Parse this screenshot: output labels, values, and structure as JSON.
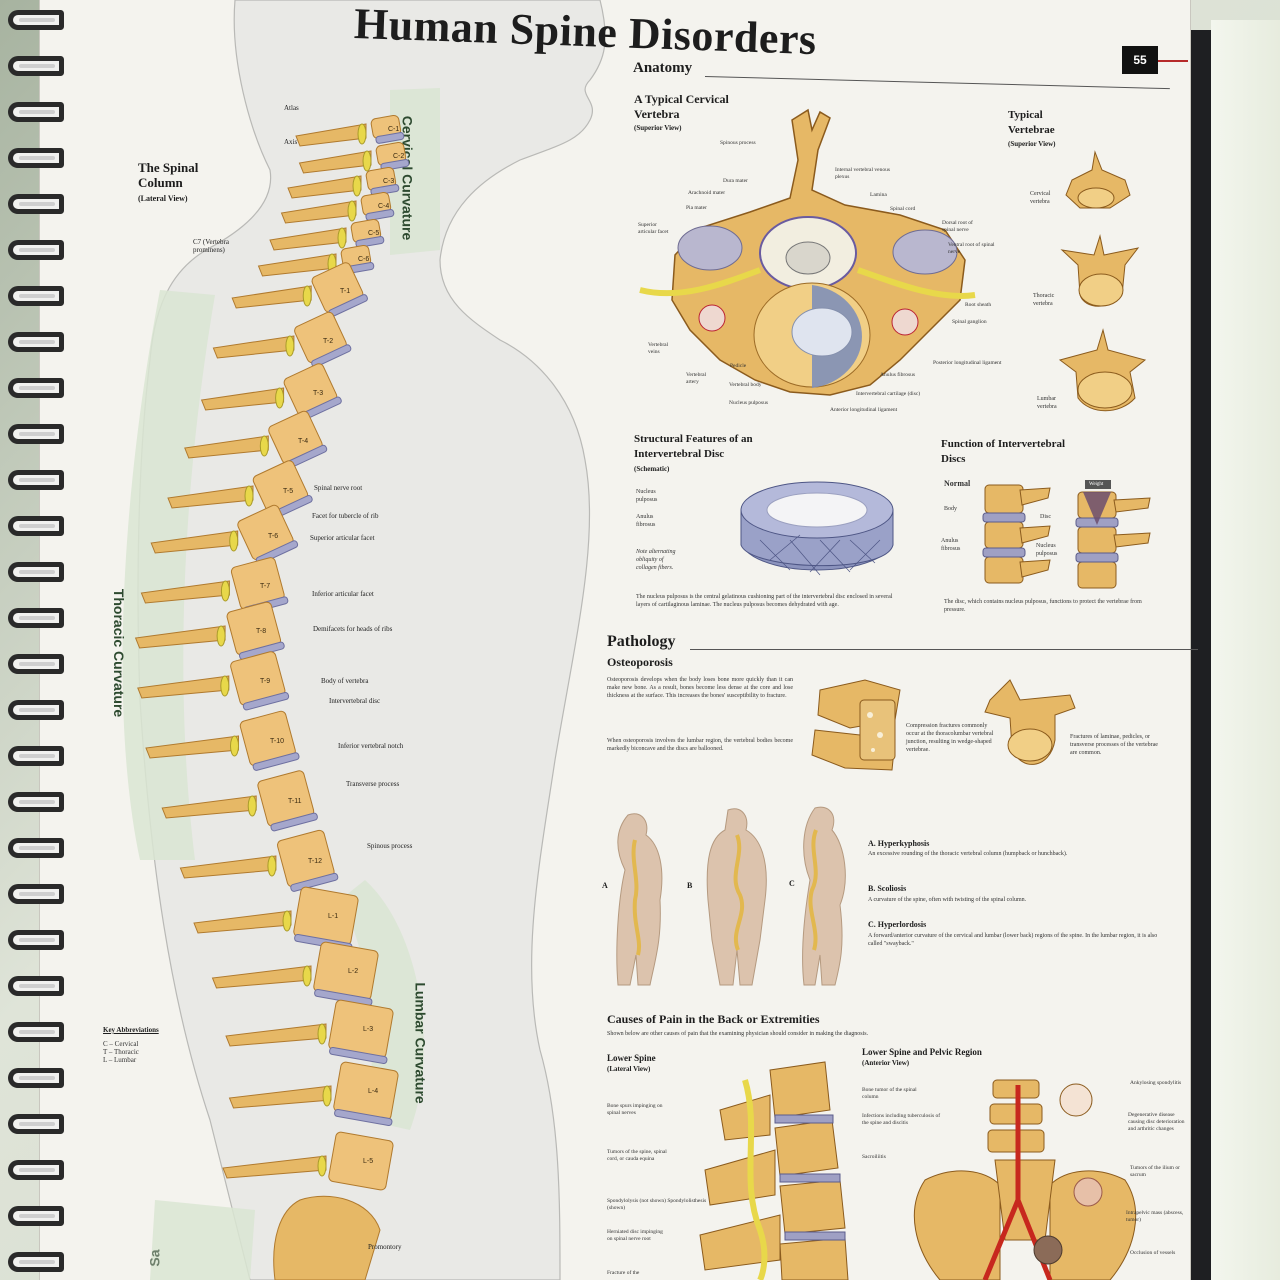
{
  "title": "Human Spine Disorders",
  "page_number": "55",
  "anatomy": {
    "heading": "Anatomy",
    "spinal_column": {
      "title": "The Spinal Column",
      "sub": "(Lateral View)"
    },
    "curvatures": {
      "cervical": "Cervical Curvature",
      "thoracic": "Thoracic Curvature",
      "lumbar": "Lumbar Curvature",
      "sacral": "Sa"
    },
    "lateral_labels": {
      "atlas": "Atlas",
      "axis": "Axis",
      "c7": "C7 (Vertebra prominens)",
      "spinal_nerve_root": "Spinal nerve root",
      "facet_rib": "Facet for tubercle of rib",
      "sup_articular": "Superior articular facet",
      "inf_articular": "Inferior articular facet",
      "demifacets": "Demifacets for heads of ribs",
      "body": "Body of vertebra",
      "disc": "Intervertebral disc",
      "notch": "Inferior vertebral notch",
      "transverse": "Transverse process",
      "spinous": "Spinous process",
      "promontory": "Promontory"
    },
    "vertebra_codes": [
      "C-1",
      "C-2",
      "C-3",
      "C-4",
      "C-5",
      "C-6",
      "T-1",
      "T-2",
      "T-3",
      "T-4",
      "T-5",
      "T-6",
      "T-7",
      "T-8",
      "T-9",
      "T-10",
      "T-11",
      "T-12",
      "L-1",
      "L-2",
      "L-3",
      "L-4",
      "L-5"
    ],
    "key": {
      "title": "Key Abbreviations",
      "items": [
        "C – Cervical",
        "T – Thoracic",
        "L – Lumbar"
      ]
    },
    "cervical_vertebra": {
      "title": "A Typical Cervical Vertebra",
      "sub": "(Superior View)",
      "labels": [
        "Spinous process",
        "Internal vertebral venous plexus",
        "Dura mater",
        "Arachnoid mater",
        "Lamina",
        "Pia mater",
        "Spinal cord",
        "Superior articular facet",
        "Dorsal root of spinal nerve",
        "Ventral root of spinal nerve",
        "Root sheath",
        "Spinal ganglion",
        "Vertebral veins",
        "Pedicle",
        "Posterior longitudinal ligament",
        "Vertebral artery",
        "Vertebral body",
        "Anulus fibrosus",
        "Nucleus pulposus",
        "Intervertebral cartilage (disc)",
        "Anterior longitudinal ligament"
      ]
    },
    "typical_vertebrae": {
      "title": "Typical Vertebrae",
      "sub": "(Superior View)",
      "labels": [
        "Cervical vertebra",
        "Thoracic vertebra",
        "Lumbar vertebra"
      ]
    },
    "disc_structure": {
      "title": "Structural Features of an Intervertebral Disc",
      "sub": "(Schematic)",
      "labels": [
        "Nucleus pulposus",
        "Anulus fibrosus"
      ],
      "note": "Note alternating obliquity of collagen fibers.",
      "caption": "The nucleus pulposus is the central gelatinous cushioning part of the intervertebral disc enclosed in several layers of cartilaginous laminae. The nucleus pulposus becomes dehydrated with age."
    },
    "disc_function": {
      "title": "Function of Intervertebral Discs",
      "labels": [
        "Normal",
        "Weight",
        "Body",
        "Disc",
        "Anulus fibrosus",
        "Nucleus pulposus"
      ],
      "caption": "The disc, which contains nucleus pulposus, functions to protect the vertebrae from pressure."
    }
  },
  "pathology": {
    "heading": "Pathology",
    "osteoporosis": {
      "title": "Osteoporosis",
      "text1": "Osteoporosis develops when the body loses bone more quickly than it can make new bone. As a result, bones become less dense at the core and lose thickness at the surface. This increases the bones' susceptibility to fracture.",
      "text2": "When osteoporosis involves the lumbar region, the vertebral bodies become markedly biconcave and the discs are ballooned.",
      "compression": "Compression fractures commonly occur at the thoracolumbar vertebral junction, resulting in wedge-shaped vertebrae.",
      "fractures": "Fractures of laminae, pedicles, or transverse processes of the vertebrae are common."
    },
    "curves": {
      "letters": [
        "A",
        "B",
        "C"
      ],
      "a_title": "A. Hyperkyphosis",
      "a_text": "An excessive rounding of the thoracic vertebral column (humpback or hunchback).",
      "b_title": "B. Scoliosis",
      "b_text": "A curvature of the spine, often with twisting of the spinal column.",
      "c_title": "C. Hyperlordosis",
      "c_text": "A forward/anterior curvature of the cervical and lumbar (lower back) regions of the spine. In the lumbar region, it is also called \"swayback.\""
    }
  },
  "causes": {
    "title": "Causes of Pain in the Back or Extremities",
    "sub": "Shown below are other causes of pain that the examining physician should consider in making the diagnosis.",
    "lower_spine": {
      "title": "Lower Spine",
      "sub": "(Lateral View)",
      "labels": [
        "Bone spurs impinging on spinal nerves",
        "Tumors of the spine, spinal cord, or cauda equina",
        "Spondylolysis (not shown) Spondylolisthesis (shown)",
        "Herniated disc impinging on spinal nerve root",
        "Fracture of the"
      ]
    },
    "pelvic": {
      "title": "Lower Spine and Pelvic Region",
      "sub": "(Anterior View)",
      "left_labels": [
        "Bone tumor of the spinal column",
        "Infections including tuberculosis of the spine and discitis",
        "Sacroiliitis"
      ],
      "right_labels": [
        "Ankylosing spondylitis",
        "Degenerative disease causing disc deterioration and arthritic changes",
        "Tumors of the ilium or sacrum",
        "Intrapelvic mass (abscess, tumor)",
        "Occlusion of vessels"
      ]
    }
  },
  "colors": {
    "bone": "#e6b866",
    "bone_dark": "#b07a2e",
    "disc": "#9fa0c4",
    "curve_band": "#d9e5d2",
    "artery": "#c7281e"
  }
}
